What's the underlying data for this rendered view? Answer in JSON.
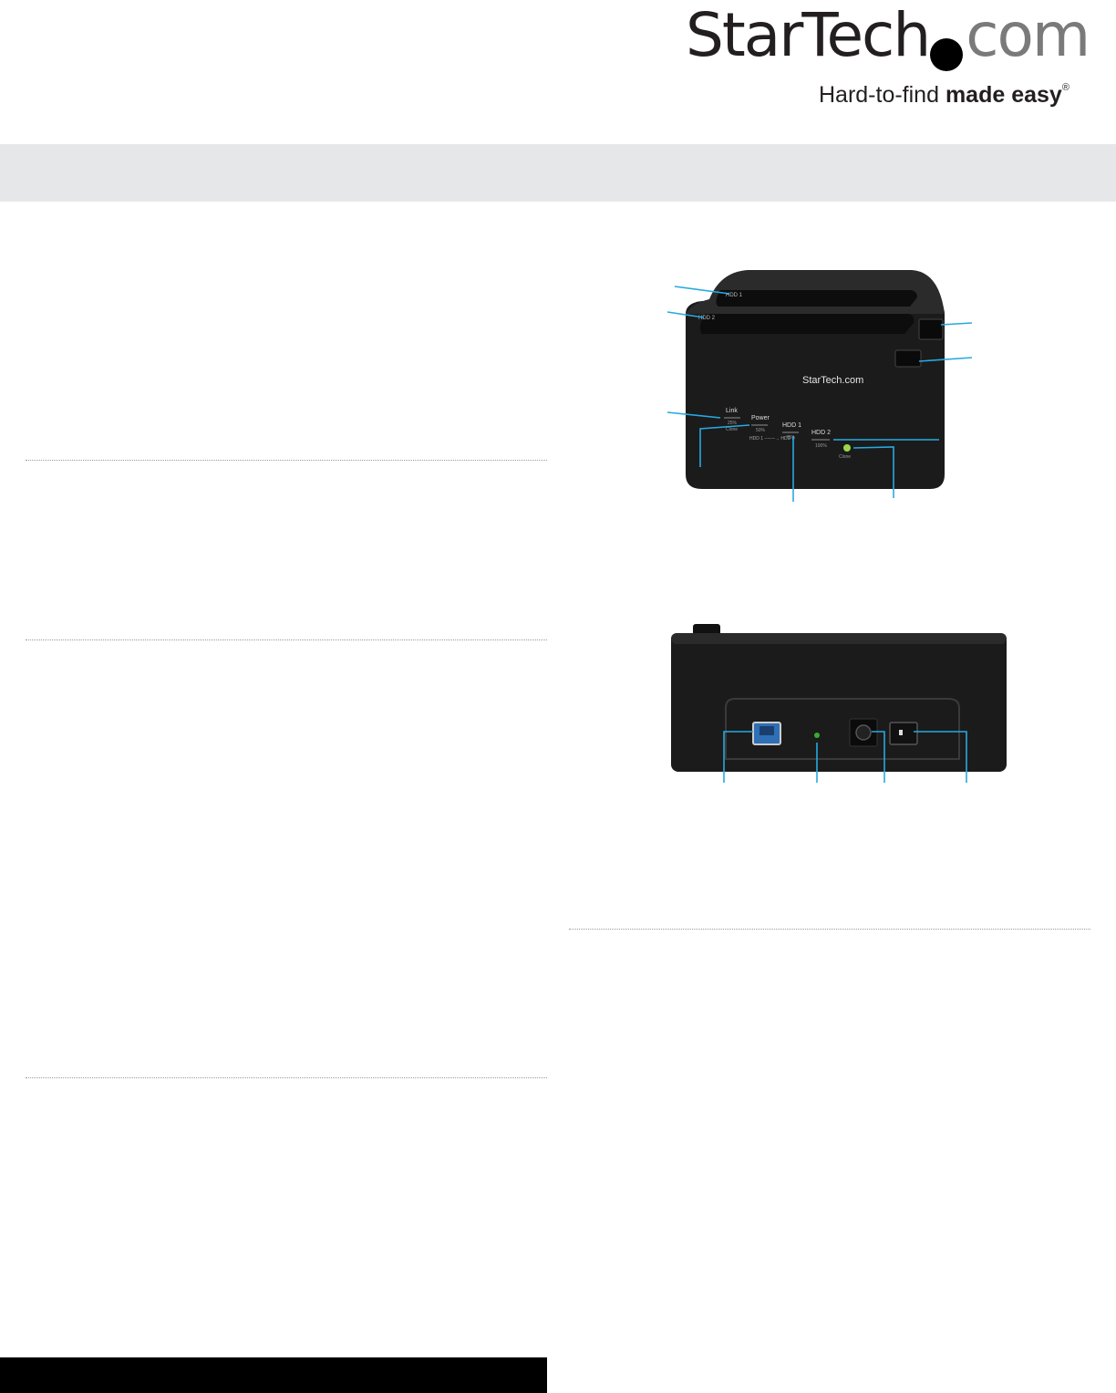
{
  "header": {
    "logo_text": "StarTech",
    "logo_suffix": "com",
    "tagline_regular": "Hard-to-find ",
    "tagline_bold": "made easy",
    "tagline_mark": "®"
  },
  "front_view": {
    "brand_mark": "StarTech.com",
    "slot_labels": [
      "HDD 1",
      "HDD 2"
    ],
    "led_labels": [
      "Link",
      "Power",
      "HDD 1",
      "HDD 2"
    ],
    "percent_labels": [
      "25%",
      "50%",
      "75%",
      "100%"
    ],
    "clone_labels": [
      "Clone",
      "Clone"
    ],
    "clone_direction": "HDD 1 -------→ HDD 2"
  },
  "colors": {
    "callout": "#27a9e1",
    "band": "#e6e7e8",
    "device": "#1b1b1b",
    "usb_port": "#2f6fb5",
    "led_green": "#9bd84a"
  }
}
